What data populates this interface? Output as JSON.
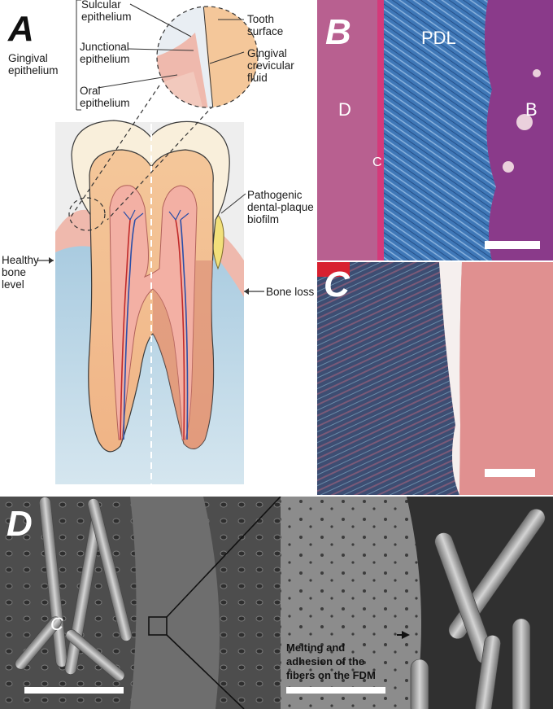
{
  "panel_a": {
    "letter": "A",
    "labels": {
      "sulcular": [
        "Sulcular",
        "epithelium"
      ],
      "junctional": [
        "Junctional",
        "epithelium"
      ],
      "oral": [
        "Oral",
        "epithelium"
      ],
      "gingival": [
        "Gingival",
        "epithelium"
      ],
      "tooth_surface": [
        "Tooth",
        "surface"
      ],
      "crevicular": [
        "Gingival",
        "crevicular",
        "fluid"
      ],
      "biofilm": [
        "Pathogenic",
        "dental-plaque",
        "biofilm"
      ],
      "healthy": [
        "Healthy",
        "bone",
        "level"
      ],
      "bone_loss": "Bone loss"
    }
  },
  "panel_b": {
    "letter": "B",
    "labels": {
      "pdl": "PDL",
      "d": "D",
      "c": "C",
      "b": "B"
    }
  },
  "panel_c": {
    "letter": "C"
  },
  "panel_d": {
    "letter": "D",
    "c_label": "C",
    "annotation": [
      "Melting  and",
      "adhesion of the",
      "fibers on the FDM"
    ]
  }
}
